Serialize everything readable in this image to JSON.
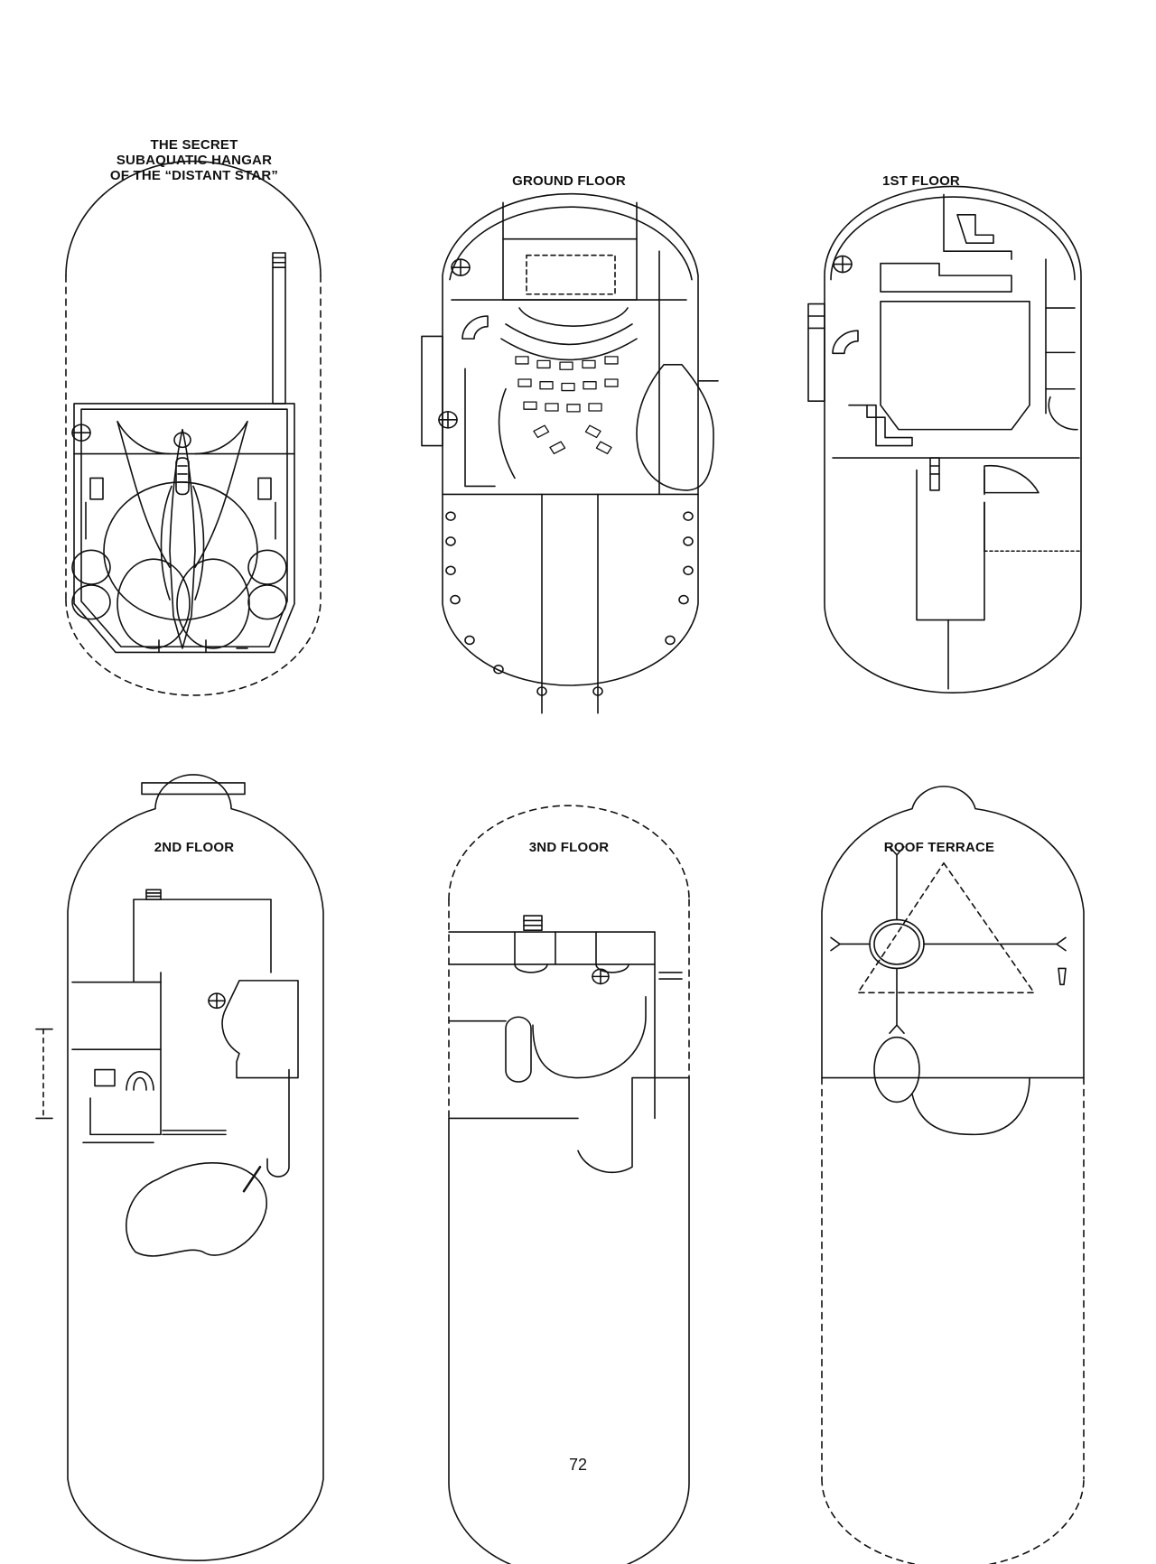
{
  "panels": {
    "hangar": {
      "title": "THE SECRET\nSUBAQUATIC HANGAR\nOF THE “DISTANT STAR”"
    },
    "ground": {
      "title": "GROUND FLOOR"
    },
    "first": {
      "title": "1ST FLOOR"
    },
    "second": {
      "title": "2ND FLOOR"
    },
    "third": {
      "title": "3ND FLOOR"
    },
    "roof": {
      "title": "ROOF TERRACE"
    }
  },
  "page_number": "72",
  "colors": {
    "ink": "#111111",
    "paper": "#ffffff"
  }
}
